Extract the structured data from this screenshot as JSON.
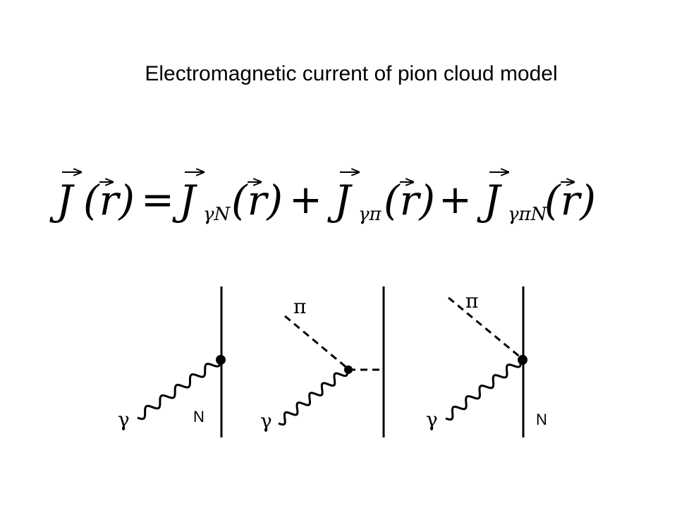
{
  "title": "Electromagnetic current of pion cloud model",
  "equation": {
    "lhs_J": "J",
    "lhs_arg": "(r)",
    "equals": "=",
    "terms": [
      {
        "J": "J",
        "subscript": "γN",
        "arg": "(r)"
      },
      {
        "J": "J",
        "subscript": "γπ",
        "arg": "(r)"
      },
      {
        "J": "J",
        "subscript": "γπN",
        "arg": "(r)"
      }
    ],
    "plus": "+"
  },
  "diagrams": [
    {
      "photon_label": "γ",
      "nucleon_label": "N"
    },
    {
      "photon_label": "γ",
      "pion_label": "π"
    },
    {
      "photon_label": "γ",
      "pion_label": "π",
      "nucleon_label": "N"
    }
  ],
  "colors": {
    "ink": "#000000",
    "background": "#ffffff"
  }
}
